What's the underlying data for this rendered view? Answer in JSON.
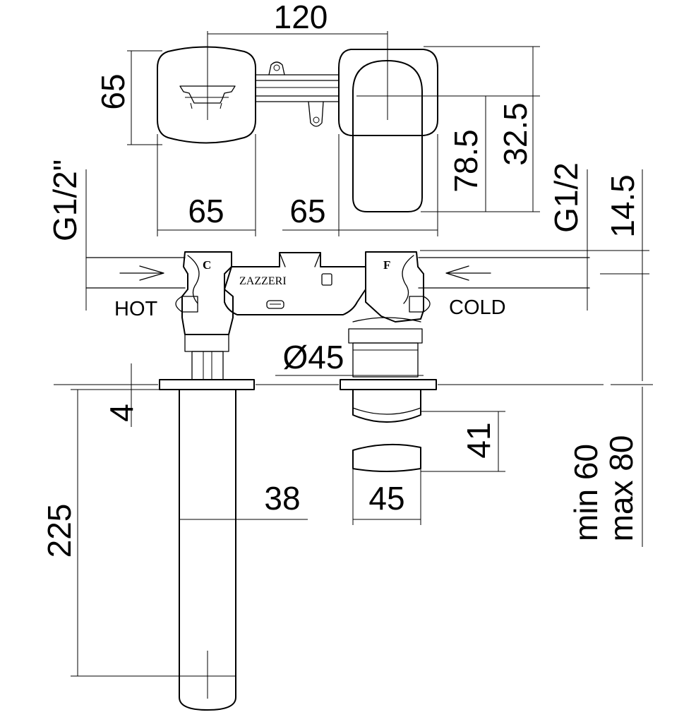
{
  "dimensions": {
    "top_width": "120",
    "top_height": "65",
    "left_base": "65",
    "right_base": "65",
    "handle_length": "78.5",
    "handle_offset": "32.5",
    "hot_thread": "G1/2\"",
    "cold_thread": "G1/2",
    "cold_offset": "14.5",
    "diameter": "Ø45",
    "plate_thickness": "4",
    "spout_diameter": "38",
    "spout_length": "225",
    "lever_height": "41",
    "lever_width": "45",
    "depth_min": "min 60",
    "depth_max": "max 80"
  },
  "labels": {
    "hot": "HOT",
    "cold": "COLD",
    "hot_mark": "C",
    "cold_mark": "F",
    "brand": "ZAZZERI"
  }
}
